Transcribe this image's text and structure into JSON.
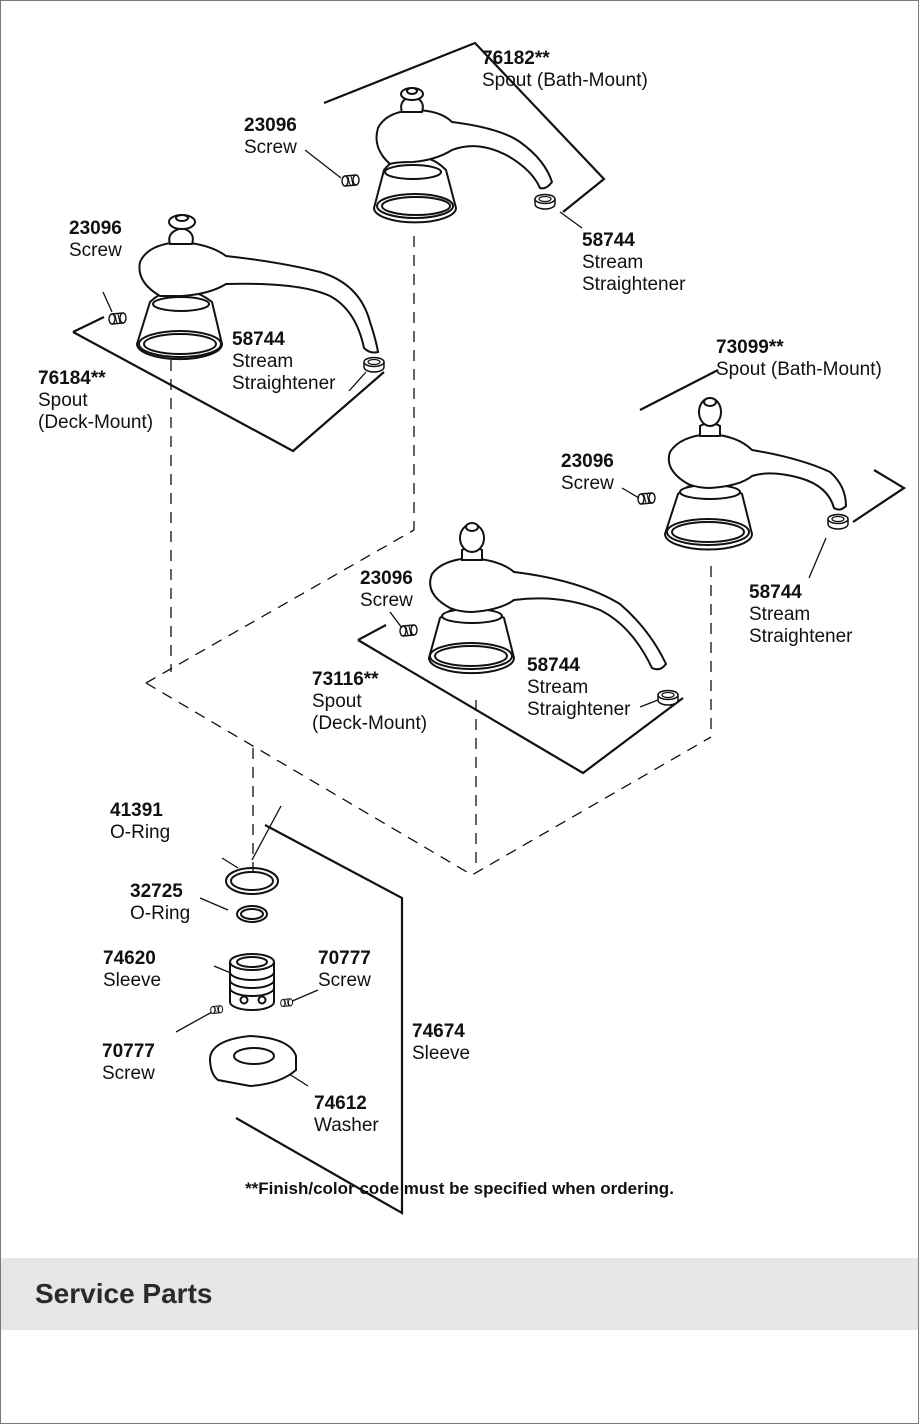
{
  "parts": {
    "spout_76182": {
      "number": "76182**",
      "desc": "Spout (Bath-Mount)"
    },
    "screw_a": {
      "number": "23096",
      "desc": "Screw"
    },
    "stream_a": {
      "number": "58744",
      "desc1": "Stream",
      "desc2": "Straightener"
    },
    "screw_b": {
      "number": "23096",
      "desc": "Screw"
    },
    "stream_b": {
      "number": "58744",
      "desc1": "Stream",
      "desc2": "Straightener"
    },
    "spout_76184": {
      "number": "76184**",
      "desc1": "Spout",
      "desc2": "(Deck-Mount)"
    },
    "spout_73099": {
      "number": "73099**",
      "desc": "Spout (Bath-Mount)"
    },
    "screw_c": {
      "number": "23096",
      "desc": "Screw"
    },
    "stream_c": {
      "number": "58744",
      "desc1": "Stream",
      "desc2": "Straightener"
    },
    "screw_d": {
      "number": "23096",
      "desc": "Screw"
    },
    "stream_d": {
      "number": "58744",
      "desc1": "Stream",
      "desc2": "Straightener"
    },
    "spout_73116": {
      "number": "73116**",
      "desc1": "Spout",
      "desc2": "(Deck-Mount)"
    },
    "oring_41391": {
      "number": "41391",
      "desc": "O-Ring"
    },
    "oring_32725": {
      "number": "32725",
      "desc": "O-Ring"
    },
    "sleeve_74620": {
      "number": "74620",
      "desc": "Sleeve"
    },
    "screw_70777_r": {
      "number": "70777",
      "desc": "Screw"
    },
    "screw_70777_l": {
      "number": "70777",
      "desc": "Screw"
    },
    "sleeve_74674": {
      "number": "74674",
      "desc": "Sleeve"
    },
    "washer_74612": {
      "number": "74612",
      "desc": "Washer"
    }
  },
  "footnote": "**Finish/color code must be specified when ordering.",
  "section_title": "Service Parts"
}
